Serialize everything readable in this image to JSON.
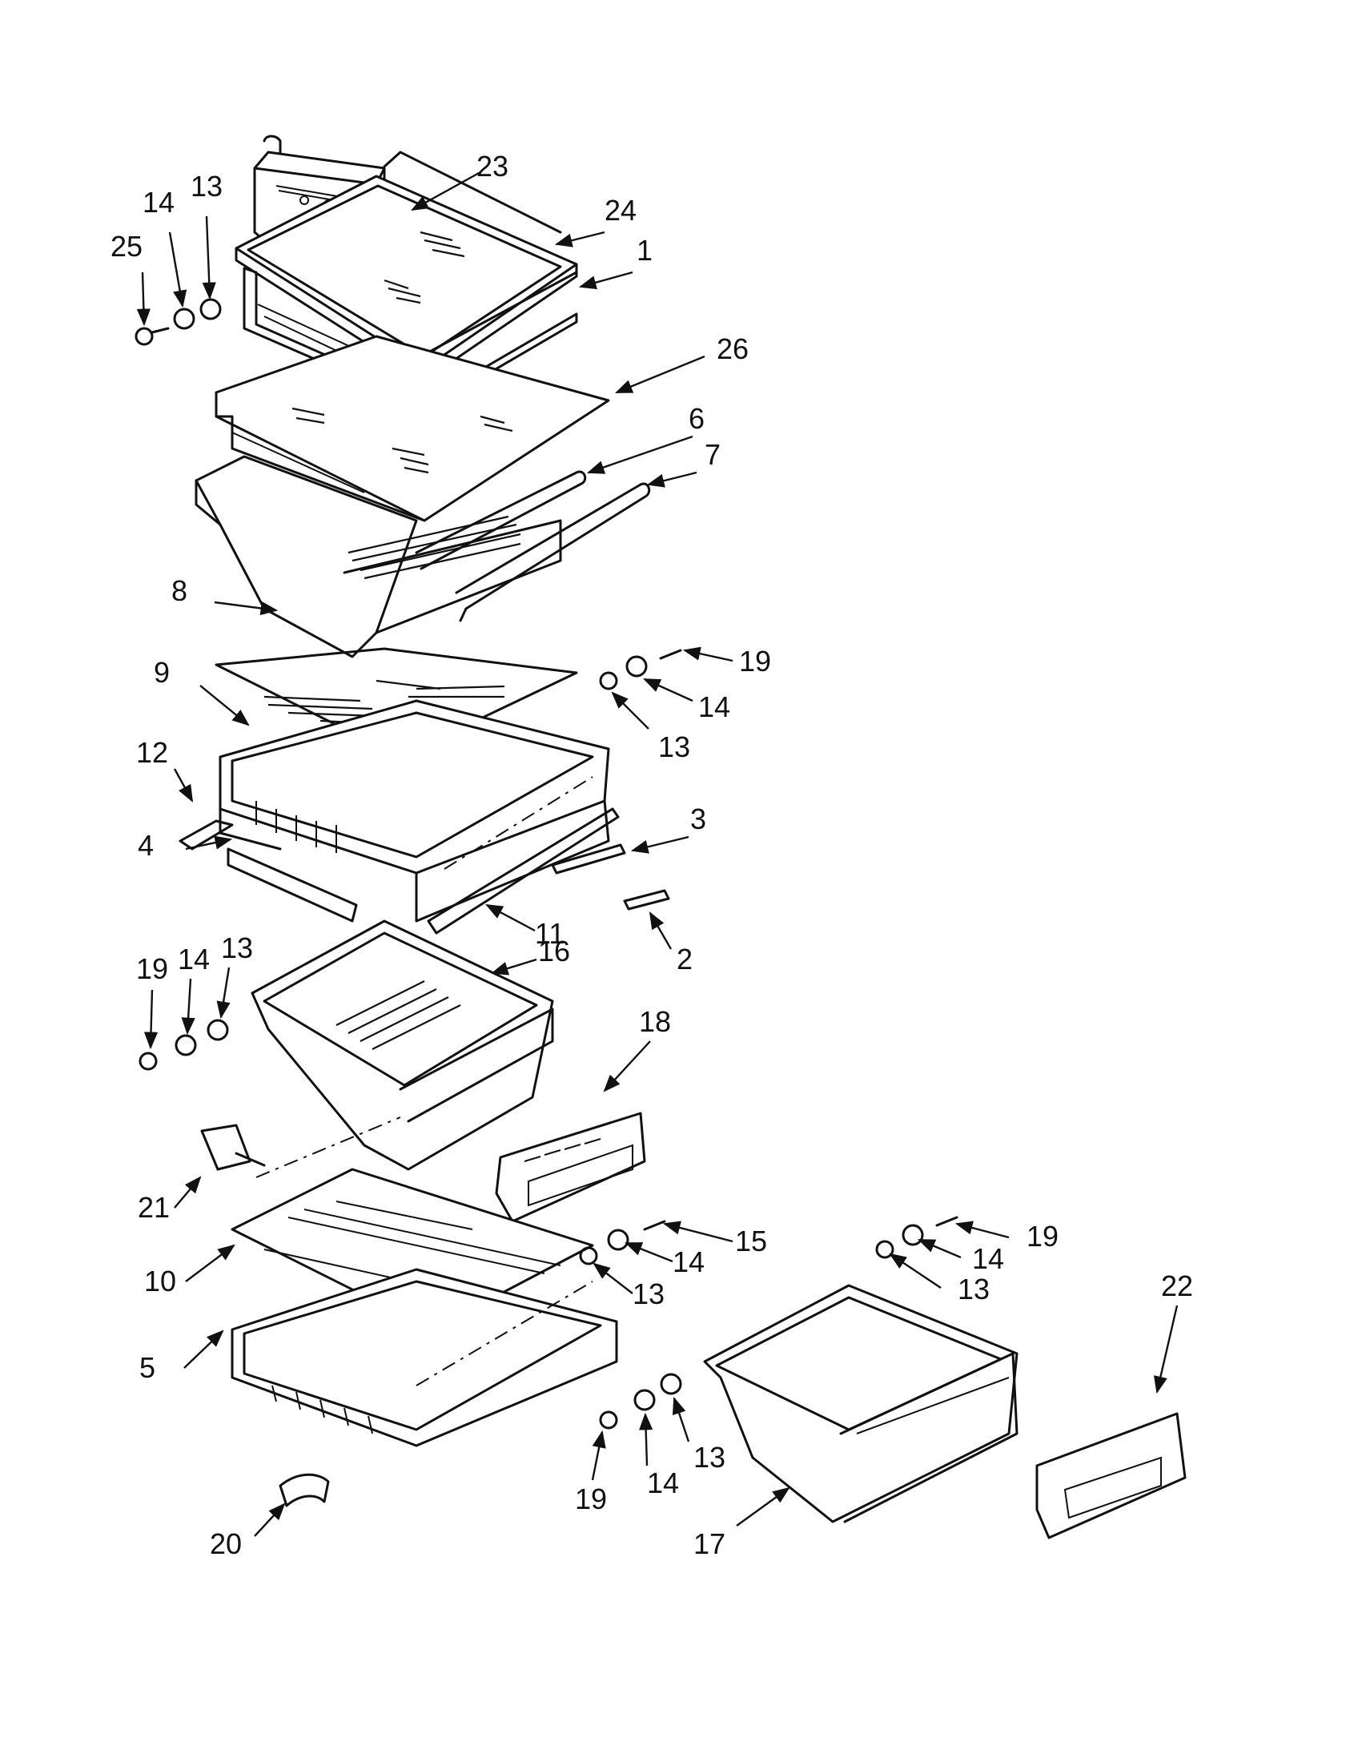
{
  "callouts": [
    {
      "id": "c23",
      "label": "23"
    },
    {
      "id": "c24",
      "label": "24"
    },
    {
      "id": "c14a",
      "label": "14"
    },
    {
      "id": "c13a",
      "label": "13"
    },
    {
      "id": "c25",
      "label": "25"
    },
    {
      "id": "c1",
      "label": "1"
    },
    {
      "id": "c26",
      "label": "26"
    },
    {
      "id": "c6",
      "label": "6"
    },
    {
      "id": "c7",
      "label": "7"
    },
    {
      "id": "c8",
      "label": "8"
    },
    {
      "id": "c9",
      "label": "9"
    },
    {
      "id": "c19a",
      "label": "19"
    },
    {
      "id": "c14b",
      "label": "14"
    },
    {
      "id": "c13b",
      "label": "13"
    },
    {
      "id": "c12",
      "label": "12"
    },
    {
      "id": "c3",
      "label": "3"
    },
    {
      "id": "c4",
      "label": "4"
    },
    {
      "id": "c11",
      "label": "11"
    },
    {
      "id": "c2",
      "label": "2"
    },
    {
      "id": "c16",
      "label": "16"
    },
    {
      "id": "c19b",
      "label": "19"
    },
    {
      "id": "c14c",
      "label": "14"
    },
    {
      "id": "c13c",
      "label": "13"
    },
    {
      "id": "c18",
      "label": "18"
    },
    {
      "id": "c21",
      "label": "21"
    },
    {
      "id": "c15",
      "label": "15"
    },
    {
      "id": "c14d",
      "label": "14"
    },
    {
      "id": "c13d",
      "label": "13"
    },
    {
      "id": "c10",
      "label": "10"
    },
    {
      "id": "c19c",
      "label": "19"
    },
    {
      "id": "c14e",
      "label": "14"
    },
    {
      "id": "c13e",
      "label": "13"
    },
    {
      "id": "c22",
      "label": "22"
    },
    {
      "id": "c5",
      "label": "5"
    },
    {
      "id": "c19d",
      "label": "19"
    },
    {
      "id": "c14f",
      "label": "14"
    },
    {
      "id": "c13f",
      "label": "13"
    },
    {
      "id": "c20",
      "label": "20"
    },
    {
      "id": "c17",
      "label": "17"
    }
  ]
}
